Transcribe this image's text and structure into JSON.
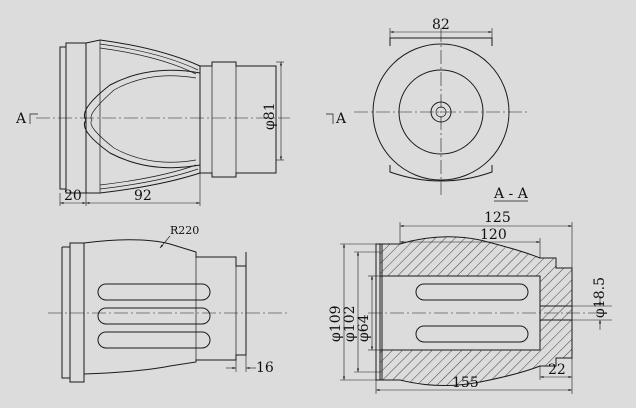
{
  "dimensions": {
    "d20": "20",
    "d92": "92",
    "d81": "φ81",
    "d82": "82",
    "r220": "R220",
    "d16": "16",
    "d125": "125",
    "d120": "120",
    "d109": "φ109",
    "d102": "φ102",
    "d64": "φ64",
    "d18_5": "φ18.5",
    "d155": "155",
    "d22": "22"
  },
  "section": {
    "cut_left": "A",
    "cut_right": "A",
    "title": "A - A"
  },
  "colors": {
    "background": "#dcdcdc",
    "line": "#1a1a1a"
  }
}
